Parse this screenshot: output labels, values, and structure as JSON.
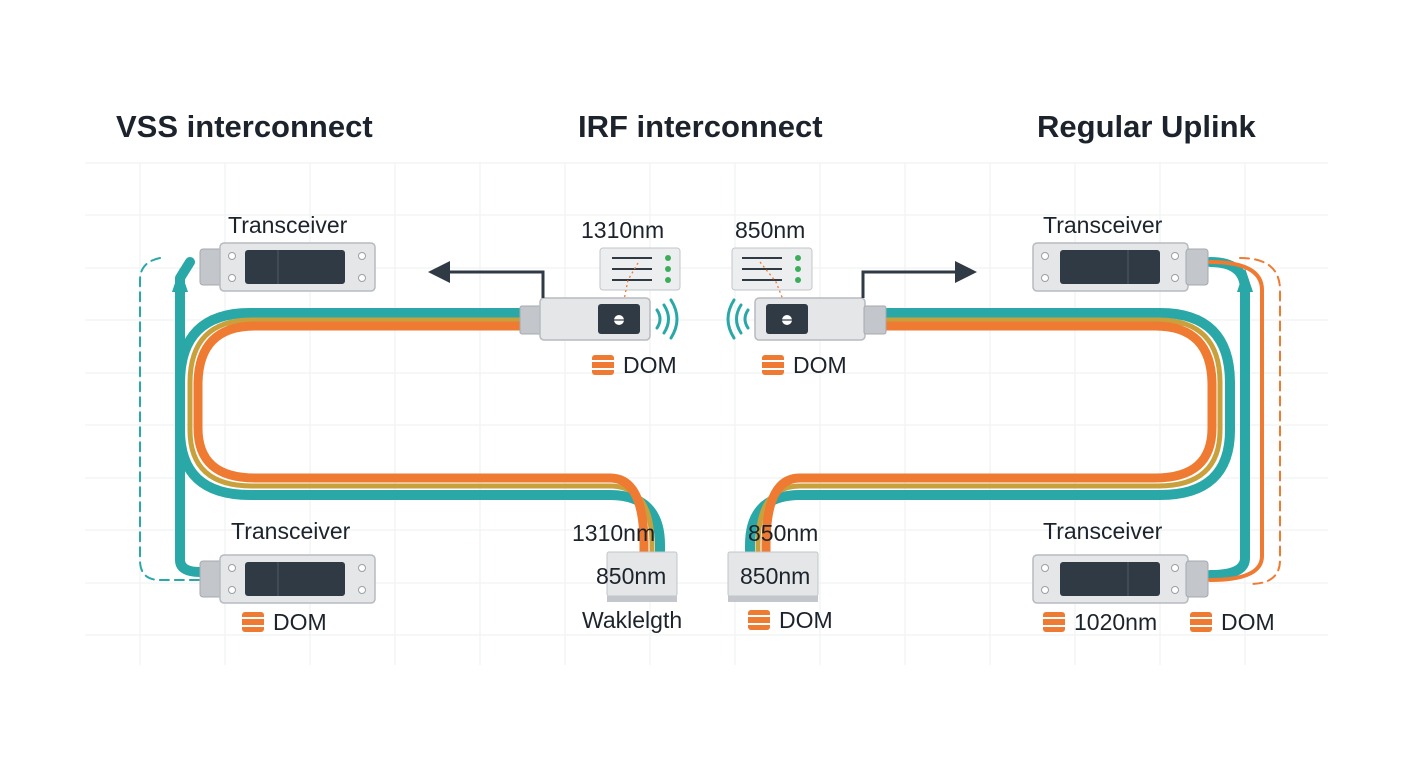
{
  "titles": {
    "vss": "VSS interconnect",
    "irf": "IRF interconnect",
    "uplink": "Regular Uplink"
  },
  "labels": {
    "vss_top_transceiver": "Transceiver",
    "vss_bottom_transceiver": "Transceiver",
    "vss_bottom_dom": "DOM",
    "irf_left_wavelength": "1310nm",
    "irf_left_dom": "DOM",
    "irf_right_wavelength": "850nm",
    "irf_right_dom": "DOM",
    "irf_bottom_left_1310": "1310nm",
    "irf_bottom_left_850": "850nm",
    "irf_bottom_left_caption": "Waklelgth",
    "irf_bottom_right_850_top": "850nm",
    "irf_bottom_right_850": "850nm",
    "irf_bottom_right_dom": "DOM",
    "uplink_top_transceiver": "Transceiver",
    "uplink_bottom_transceiver": "Transceiver",
    "uplink_bottom_wavelength": "1020nm",
    "uplink_bottom_dom": "DOM"
  },
  "colors": {
    "teal": "#2aa8a8",
    "orange": "#ef7a32",
    "olive": "#c9a13c",
    "text": "#1d232c",
    "grid": "#eef0f2",
    "module": "#dcdfe2",
    "module_edge": "#b6bbc0",
    "screen": "#2f3a45"
  },
  "icons": {
    "arrow_left": "arrow-left-icon",
    "arrow_right": "arrow-right-icon",
    "signal_waves": "signal-waves-icon",
    "dom_marker": "dom-marker-icon"
  }
}
